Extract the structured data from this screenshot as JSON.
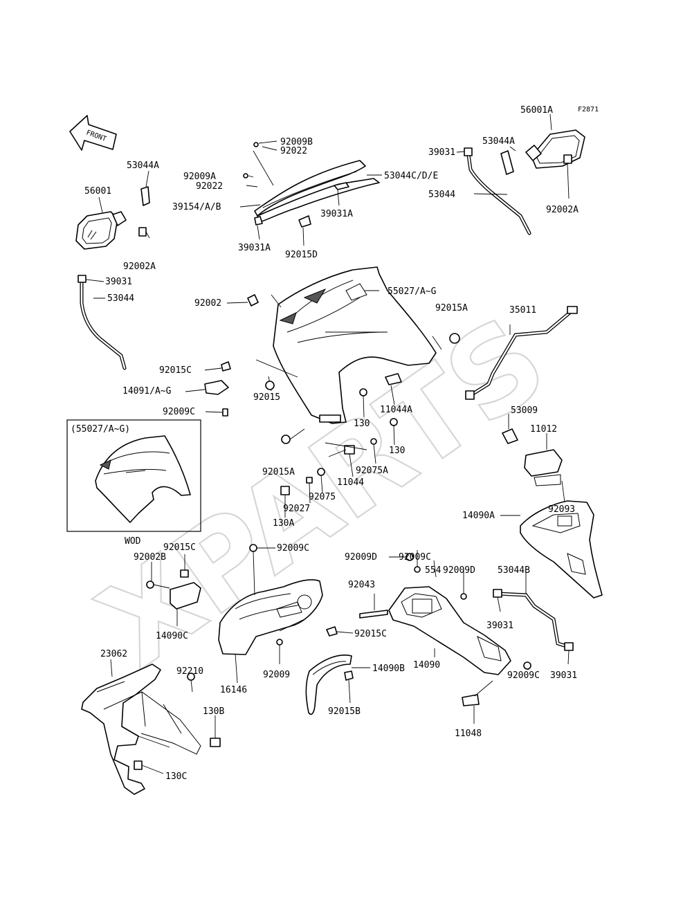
{
  "figure_code": "F2871",
  "front_arrow_label": "FRONT",
  "watermark": "XPARTS",
  "inset": {
    "caption": "(55027/A~G)",
    "model": "WOD"
  },
  "labels": {
    "p56001A": "56001A",
    "p53044A_r": "53044A",
    "p39031_tr": "39031",
    "p53044_r": "53044",
    "p92002A_r": "92002A",
    "p92009B": "92009B",
    "p92022_a": "92022",
    "p92009A": "92009A",
    "p92022_b": "92022",
    "p53044CDE": "53044C/D/E",
    "p39154AB": "39154/A/B",
    "p39031A_r": "39031A",
    "p39031A_l": "39031A",
    "p92015D": "92015D",
    "p53044A_l": "53044A",
    "p56001": "56001",
    "p92002A_l": "92002A",
    "p39031_l": "39031",
    "p53044_l": "53044",
    "p92002": "92002",
    "p55027AG": "55027/A~G",
    "p92015A_t": "92015A",
    "p35011": "35011",
    "p92015C_l": "92015C",
    "p14091AG": "14091/A~G",
    "p92009C_l": "92009C",
    "p92015": "92015",
    "p130_a": "130",
    "p11044A": "11044A",
    "p130_b": "130",
    "p53009": "53009",
    "p11012": "11012",
    "p92015A_b": "92015A",
    "p92075A": "92075A",
    "p11044": "11044",
    "p92027": "92027",
    "p92075": "92075",
    "p130A": "130A",
    "p92093": "92093",
    "p14090A": "14090A",
    "p92009C_m": "92009C",
    "p92009C_t": "92009C",
    "p92009D_a": "92009D",
    "p554": "554",
    "p92009D_b": "92009D",
    "p53044B": "53044B",
    "p92043": "92043",
    "p92002B": "92002B",
    "p92015C_t": "92015C",
    "p14090C": "14090C",
    "p92015C_m": "92015C",
    "p39031_m": "39031",
    "p39031_b": "39031",
    "p14090": "14090",
    "p92009C_r": "92009C",
    "p23062": "23062",
    "p92210": "92210",
    "p16146": "16146",
    "p92009": "92009",
    "p14090B": "14090B",
    "p130B": "130B",
    "p92015B": "92015B",
    "p11048": "11048",
    "p130C": "130C"
  }
}
